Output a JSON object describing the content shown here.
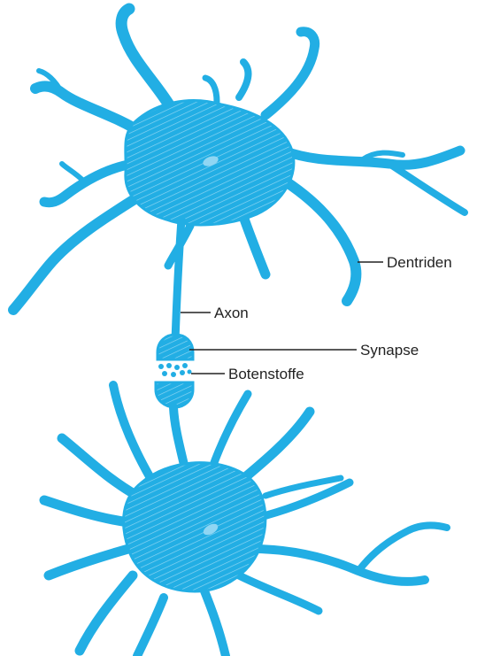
{
  "diagram": {
    "colors": {
      "neuron": "#22aee4",
      "hatch": "#8fd6f3",
      "line": "#222222"
    },
    "labels": {
      "dendrites": "Dentriden",
      "axon": "Axon",
      "synapse": "Synapse",
      "neurotransmitters": "Botenstoffe"
    }
  }
}
